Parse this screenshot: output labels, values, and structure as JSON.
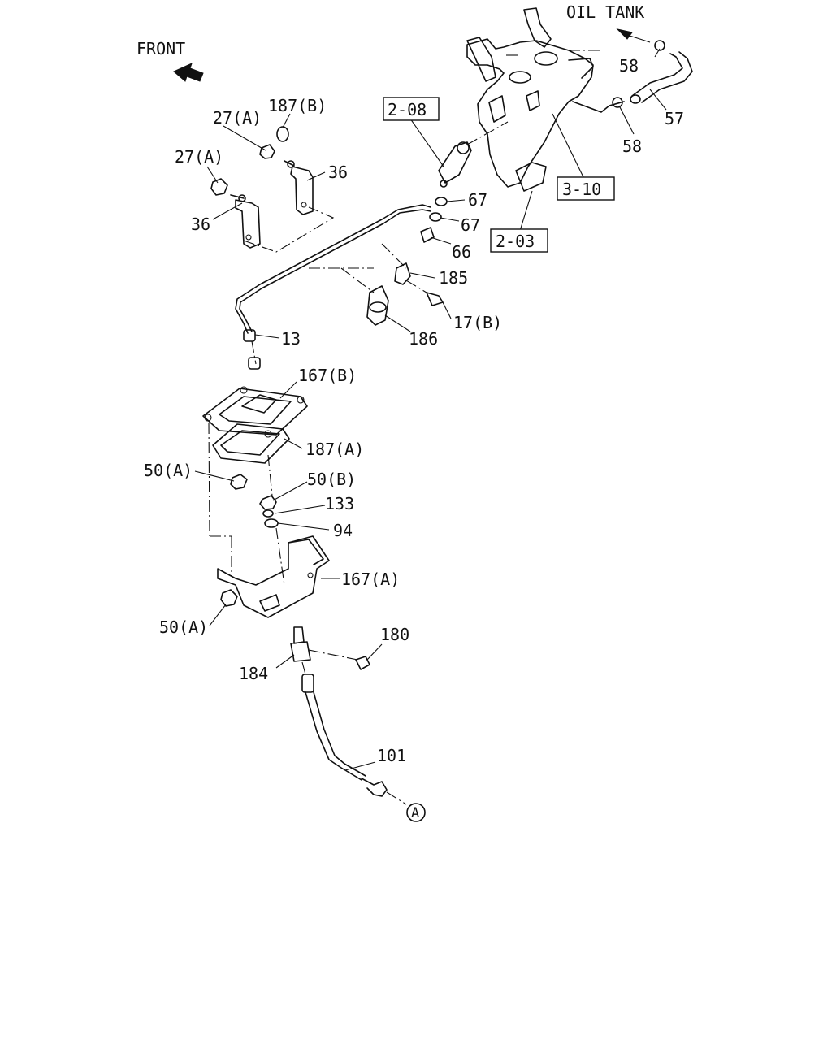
{
  "header": {
    "oil_tank": "OIL TANK",
    "front": "FRONT"
  },
  "ref_boxes": {
    "r208": "2-08",
    "r310": "3-10",
    "r203": "2-03"
  },
  "labels": {
    "l27a_1": "27(A)",
    "l187b": "187(B)",
    "l27a_2": "27(A)",
    "l36_1": "36",
    "l36_2": "36",
    "l58_1": "58",
    "l58_2": "58",
    "l57": "57",
    "l67_1": "67",
    "l67_2": "67",
    "l66": "66",
    "l185": "185",
    "l17b": "17(B)",
    "l186": "186",
    "l13": "13",
    "l167b": "167(B)",
    "l187a": "187(A)",
    "l50a_1": "50(A)",
    "l50b": "50(B)",
    "l133": "133",
    "l94": "94",
    "l167a": "167(A)",
    "l50a_2": "50(A)",
    "l180": "180",
    "l184": "184",
    "l101": "101",
    "circle_a": "A"
  }
}
